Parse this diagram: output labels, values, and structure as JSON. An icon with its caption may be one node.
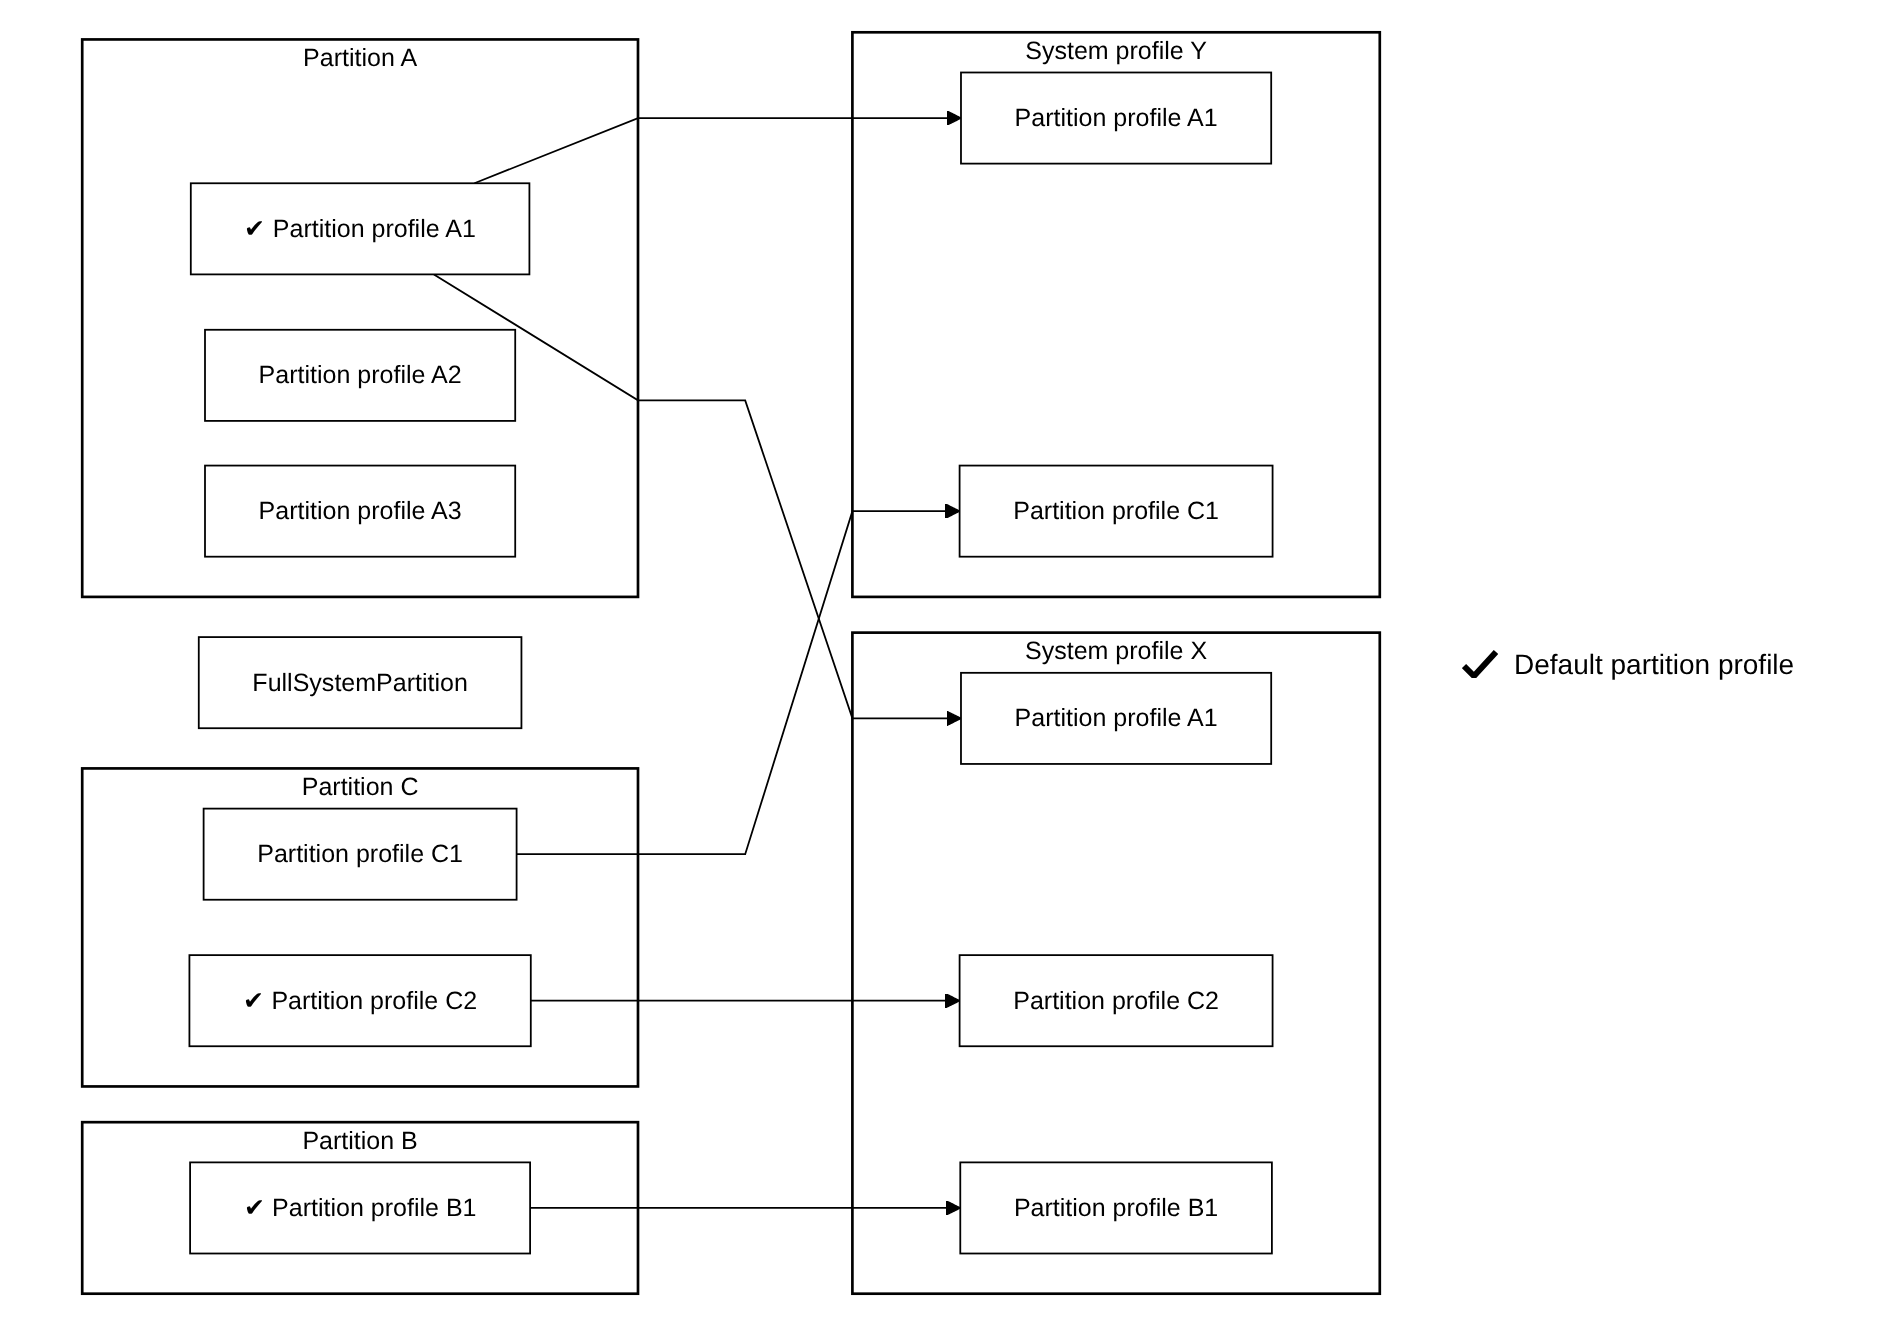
{
  "diagram": {
    "nodes": [
      {
        "text": [
          "Partition A"
        ]
      },
      {
        "text": [
          "✔ Partition profile A1"
        ],
        "in": 0
      },
      {
        "text": [
          "Partition profile A2"
        ],
        "in": 0
      },
      {
        "text": [
          "Partition profile A3"
        ],
        "in": 0
      },
      {
        "text": [
          "Partition B"
        ]
      },
      {
        "text": [
          "✔ Partition profile B1"
        ],
        "in": 4
      },
      {
        "text": [
          "Partition C"
        ]
      },
      {
        "text": [
          "Partition profile C1"
        ],
        "in": 6
      },
      {
        "text": [
          "✔ Partition profile C2"
        ],
        "in": 6
      },
      {
        "text": [
          "FullSystemPartition"
        ]
      },
      {
        "text": [
          "System profile X"
        ]
      },
      {
        "text": [
          "Partition profile A1"
        ],
        "in": 10
      },
      {
        "text": [
          "Partition profile B1"
        ],
        "in": 10
      },
      {
        "text": [
          "Partition profile C2"
        ],
        "in": 10
      },
      {
        "text": [
          "System profile Y"
        ]
      },
      {
        "text": [
          "Partition profile A1"
        ],
        "in": 14
      },
      {
        "text": [
          "Partition profile C1"
        ],
        "in": 14
      }
    ],
    "edges": [
      {
        "from": 1,
        "to": 11,
        "arrow": "to"
      },
      {
        "from": 1,
        "to": 15,
        "arrow": "to"
      },
      {
        "from": 5,
        "to": 12,
        "arrow": "to"
      },
      {
        "from": 7,
        "to": 16,
        "arrow": "to"
      },
      {
        "from": 8,
        "to": 13,
        "arrow": "to"
      }
    ],
    "legend": [
      {
        "text": "Default partition profile"
      }
    ]
  }
}
